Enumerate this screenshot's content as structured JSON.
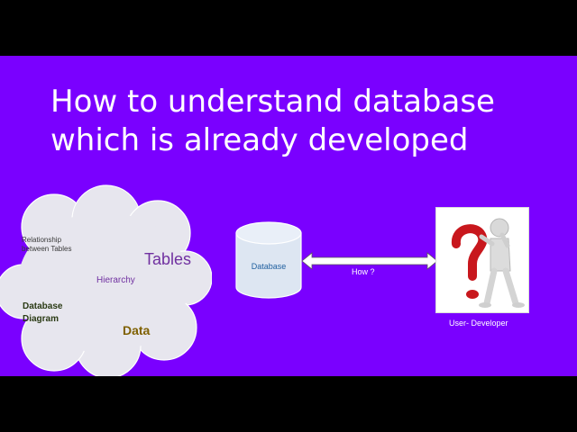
{
  "slide": {
    "title_line1": "How to understand database",
    "title_line2": "which is already developed",
    "background_color": "#7a00ff"
  },
  "cloud": {
    "relationship_line1": "Relationship",
    "relationship_line2": "between Tables",
    "tables": "Tables",
    "hierarchy": "Hierarchy",
    "diagram_line1": "Database",
    "diagram_line2": "Diagram",
    "data": "Data"
  },
  "database": {
    "label": "Database",
    "icon": "database-cylinder-icon"
  },
  "connector": {
    "label": "How ?",
    "icon": "double-arrow-icon"
  },
  "user": {
    "label": "User- Developer",
    "icon": "thinking-person-question-mark-icon"
  }
}
